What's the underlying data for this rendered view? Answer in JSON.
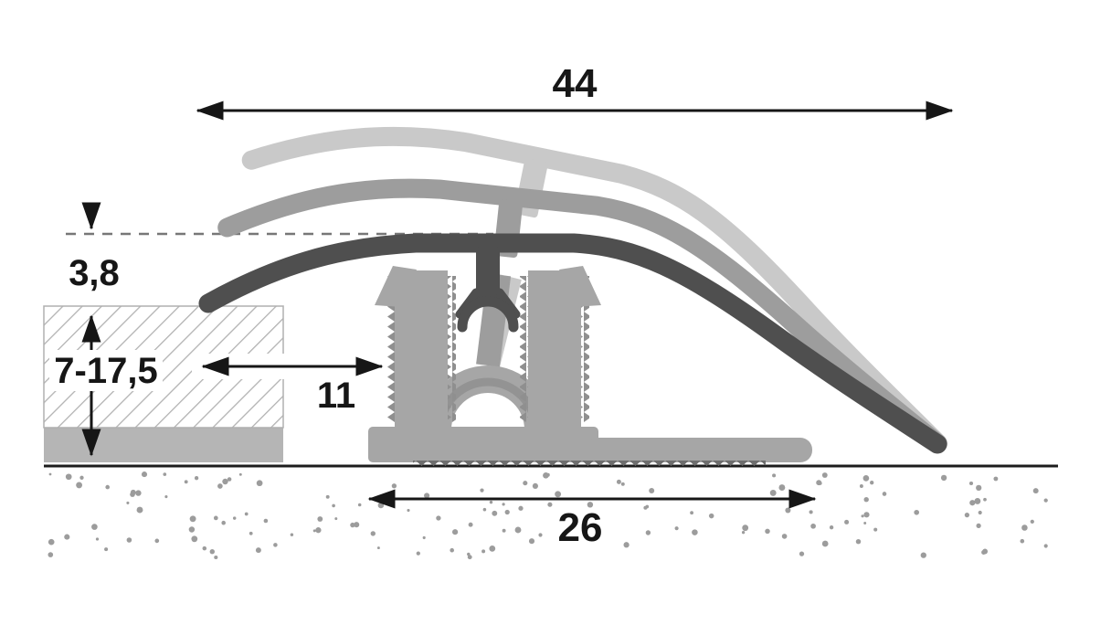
{
  "diagram": {
    "kind": "technical cross-section of adjustable floor transition profile",
    "dimensions": {
      "total_width": "44",
      "top_height": "3,8",
      "adjustment_range": "7-17,5",
      "edge_distance": "11",
      "base_width": "26"
    },
    "colors": {
      "profile_dark": "#4f4f4f",
      "ghost_mid": "#9d9d9d",
      "ghost_light": "#c9c9c9",
      "base_gray": "#a6a6a6",
      "teeth_gray": "#8f8f8f",
      "underlay_gray": "#b5b5b5",
      "hatch_gray": "#b2b2b2",
      "line_black": "#161616",
      "dot_gray": "#9c9c9c",
      "dashed_ref": "#777777"
    }
  }
}
